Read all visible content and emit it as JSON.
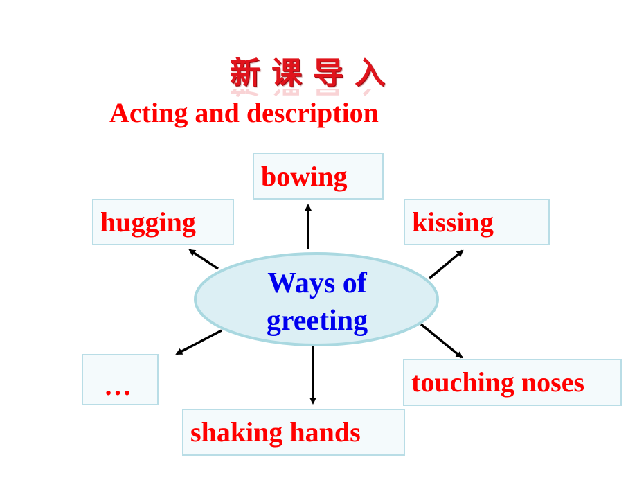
{
  "slide": {
    "heading_cn": "新课导入",
    "subtitle": "Acting and description"
  },
  "center": {
    "line1": "Ways of",
    "line2": "greeting"
  },
  "nodes": [
    {
      "id": "bowing",
      "label": "bowing"
    },
    {
      "id": "hugging",
      "label": "hugging"
    },
    {
      "id": "kissing",
      "label": "kissing"
    },
    {
      "id": "ellipsis",
      "label": "…"
    },
    {
      "id": "touching-noses",
      "label": "touching noses"
    },
    {
      "id": "shaking-hands",
      "label": "shaking hands"
    }
  ],
  "colors": {
    "node_text": "#ff0000",
    "center_text": "#0000ee",
    "heading": "#e0141c",
    "ellipse_fill": "#dceff4",
    "ellipse_border": "#a9d8e0",
    "box_border": "#b9dde6",
    "arrow": "#000000"
  }
}
